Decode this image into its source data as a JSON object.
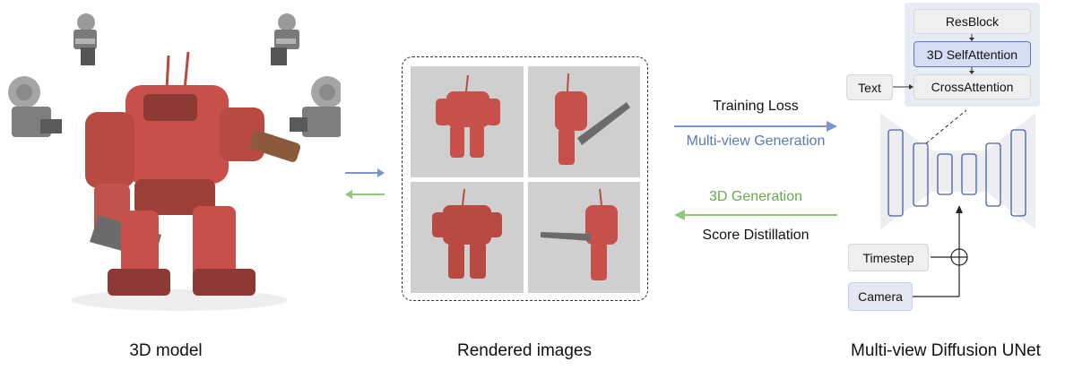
{
  "captions": {
    "model": "3D model",
    "rendered": "Rendered images",
    "unet": "Multi-view Diffusion UNet"
  },
  "arrows": {
    "training_loss": "Training Loss",
    "multiview_generation": "Multi-view Generation",
    "generation_3d": "3D Generation",
    "score_distillation": "Score Distillation"
  },
  "unet_blocks": {
    "resblock": "ResBlock",
    "self_attention": "3D SelfAttention",
    "cross_attention": "CrossAttention"
  },
  "inputs": {
    "text": "Text",
    "timestep": "Timestep",
    "camera": "Camera"
  },
  "colors": {
    "blue": "#5b79b8",
    "green": "#6aaa4f",
    "robot": "#c8504a",
    "unet_panel": "#e6ebf5",
    "unet_bars": "#4a5fa0"
  }
}
